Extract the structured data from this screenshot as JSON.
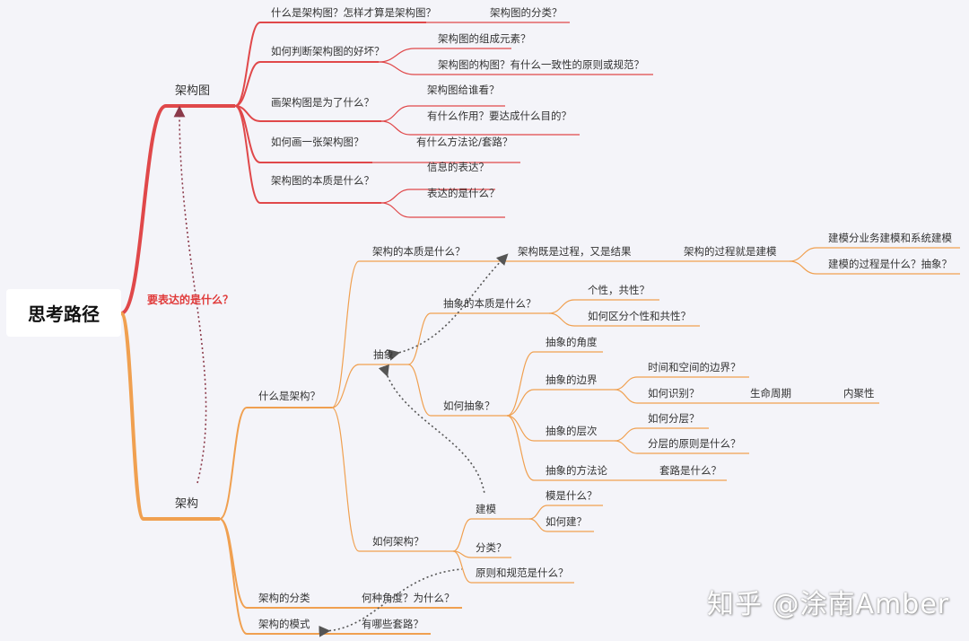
{
  "root": "思考路径",
  "note": "要表达的是什么？",
  "watermark": "知乎 @涂南Amber",
  "colors": {
    "diagram_branch": "#e0484a",
    "architecture_branch": "#f0a050",
    "background": "#f4f4f9",
    "note": "#e03a3a"
  },
  "diagram": {
    "label": "架构图",
    "q1": "什么是架构图？怎样才算是架构图？",
    "q1a": "架构图的分类？",
    "q2": "如何判断架构图的好坏？",
    "q2a": "架构图的组成元素？",
    "q2b": "架构图的构图？有什么一致性的原则或规范？",
    "q3": "画架构图是为了什么？",
    "q3a": "架构图给谁看？",
    "q3b": "有什么作用？要达成什么目的？",
    "q4": "如何画一张架构图？",
    "q4a": "有什么方法论/套路？",
    "q5": "架构图的本质是什么？",
    "q5a": "信息的表达？",
    "q5b": "表达的是什么？"
  },
  "arch": {
    "label": "架构",
    "what": "什么是架构？",
    "essence": "架构的本质是什么？",
    "essence_a": "架构既是过程，又是结果",
    "essence_b": "架构的过程就是建模",
    "essence_b1": "建模分业务建模和系统建模",
    "essence_b2": "建模的过程是什么？抽象？",
    "abstract": "抽象",
    "abs_essence": "抽象的本质是什么？",
    "abs_essence_a": "个性，共性？",
    "abs_essence_b": "如何区分个性和共性？",
    "how_abs": "如何抽象？",
    "angle": "抽象的角度",
    "boundary": "抽象的边界",
    "boundary_a": "时间和空间的边界？",
    "boundary_b": "如何识别？",
    "boundary_b1": "生命周期",
    "boundary_b2": "内聚性",
    "level": "抽象的层次",
    "level_a": "如何分层？",
    "level_b": "分层的原则是什么？",
    "method": "抽象的方法论",
    "method_a": "套路是什么？",
    "how_arch": "如何架构？",
    "modeling": "建模",
    "modeling_a": "模是什么？",
    "modeling_b": "如何建？",
    "classify": "分类？",
    "principles": "原则和规范是什么？",
    "types": "架构的分类",
    "types_a": "何种角度？为什么？",
    "patterns": "架构的模式",
    "patterns_a": "有哪些套路？"
  }
}
